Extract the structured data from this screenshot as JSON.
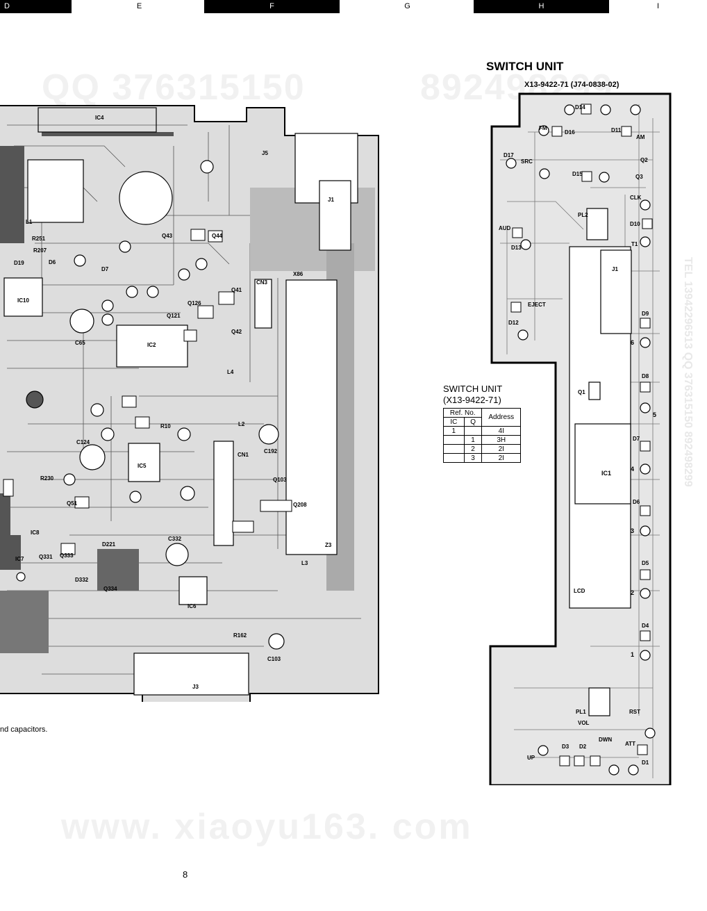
{
  "header_bands": [
    "D",
    "E",
    "F",
    "G",
    "H",
    "I"
  ],
  "main_board": {
    "labels": [
      "IC4",
      "IC10",
      "IC2",
      "IC5",
      "IC6",
      "IC7",
      "IC8",
      "J5",
      "J1",
      "J3",
      "CN1",
      "CN3",
      "X86",
      "D6",
      "D7",
      "D19",
      "D221",
      "D332",
      "Q41",
      "Q42",
      "Q43",
      "Q44",
      "Q51",
      "Q103",
      "Q121",
      "Q126",
      "Q208",
      "Q331",
      "Q333",
      "Q334",
      "L1",
      "L2",
      "L3",
      "L4",
      "C65",
      "C124",
      "C192",
      "C332",
      "C103",
      "R162",
      "R251",
      "R207",
      "R10",
      "R230",
      "Z3"
    ],
    "note": "nd capacitors."
  },
  "switch_unit": {
    "title": "SWITCH UNIT",
    "part_number": "X13-9422-71 (J74-0838-02)",
    "labels": [
      "D1",
      "D2",
      "D3",
      "D4",
      "D5",
      "D6",
      "D7",
      "D8",
      "D9",
      "D10",
      "D11",
      "D12",
      "D13",
      "D14",
      "D15",
      "D16",
      "D17",
      "IC1",
      "LCD",
      "J1",
      "PL1",
      "PL2",
      "Q1",
      "Q2",
      "Q3",
      "FM",
      "AM",
      "SRC",
      "AUD",
      "EJECT",
      "CLK",
      "T1",
      "RST",
      "VOL",
      "DWN",
      "UP",
      "ATT",
      "1",
      "2",
      "3",
      "4",
      "5",
      "6"
    ]
  },
  "address_table": {
    "heading": "SWITCH UNIT",
    "subheading": "(X13-9422-71)",
    "col_refno": "Ref. No.",
    "col_ic": "IC",
    "col_q": "Q",
    "col_address": "Address",
    "rows": [
      {
        "ic": "1",
        "q": "",
        "address": "4I"
      },
      {
        "ic": "",
        "q": "1",
        "address": "3H"
      },
      {
        "ic": "",
        "q": "2",
        "address": "2I"
      },
      {
        "ic": "",
        "q": "3",
        "address": "2I"
      }
    ]
  },
  "watermarks": [
    "QQ 376315150",
    "892498299",
    "www. xiaoyu163. com",
    "TEL 13942296513 QQ 376315150 892498299"
  ],
  "page_number": "8"
}
